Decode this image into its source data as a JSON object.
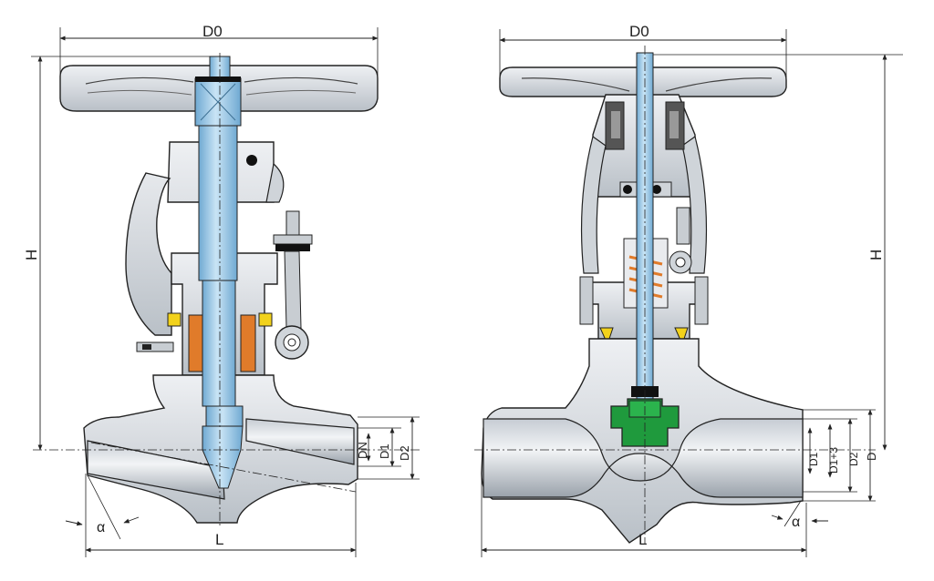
{
  "colors": {
    "body": "#d9dde2",
    "body_dark": "#aeb5bd",
    "stem": "#9ecdea",
    "stem_dark": "#5a9bc6",
    "packing": "#e07b2a",
    "bolt_yellow": "#f2d21b",
    "disc_green": "#1f9a3d",
    "line": "#222222"
  },
  "left_view": {
    "labels": {
      "handwheel_dia": "D0",
      "height": "H",
      "nominal": "DN",
      "d1": "D1",
      "d2": "D2",
      "length": "L",
      "angle": "α"
    }
  },
  "right_view": {
    "labels": {
      "handwheel_dia": "D0",
      "height": "H",
      "d1": "D1",
      "d1_plus": "D1+3",
      "d2": "D2",
      "d": "D",
      "length": "L",
      "angle": "α"
    }
  }
}
